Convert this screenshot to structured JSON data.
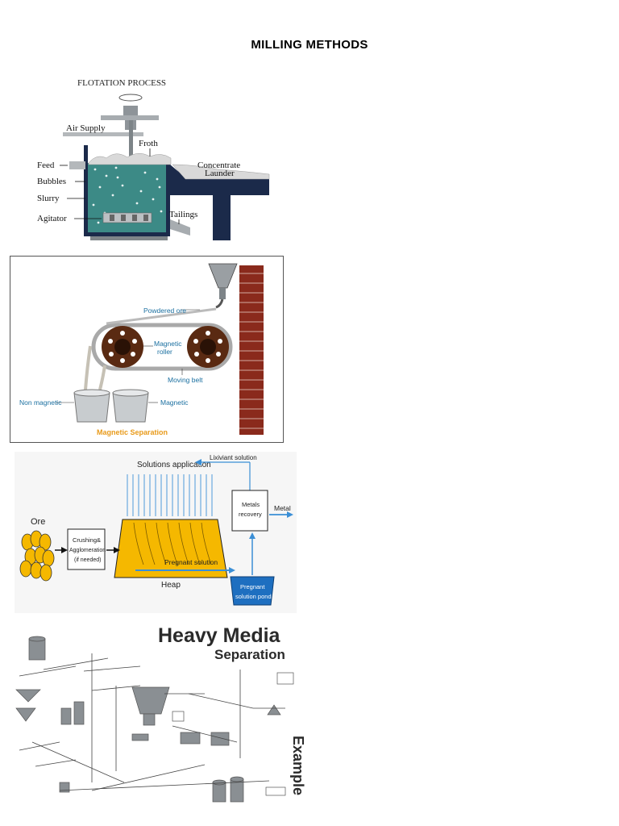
{
  "document": {
    "title": "MILLING METHODS"
  },
  "flotation": {
    "title": "FLOTATION PROCESS",
    "air_supply": "Air Supply",
    "froth": "Froth",
    "feed": "Feed",
    "bubbles": "Bubbles",
    "slurry": "Slurry",
    "agitator": "Agitator",
    "concentrate": "Concentrate",
    "launder": "Launder",
    "tailings": "Tailings"
  },
  "magnetic": {
    "powdered_ore": "Powdered ore",
    "magnetic_roller_1": "Magnetic",
    "magnetic_roller_2": "roller",
    "moving_belt": "Moving belt",
    "non_magnetic": "Non magnetic",
    "magnetic": "Magnetic",
    "caption": "Magnetic Separation",
    "colors": {
      "caption": "#e89a1a",
      "label": "#1a6fa0"
    }
  },
  "heap_leach": {
    "solutions_application": "Solutions application",
    "lixiviant_solution": "Lixiviant solution",
    "ore": "Ore",
    "crushing_1": "Crushing&",
    "crushing_2": "Agglomeration",
    "crushing_3": "(if needed)",
    "pregnant_solution": "Pregnant solution",
    "heap": "Heap",
    "metals_recovery_1": "Metals",
    "metals_recovery_2": "recovery",
    "metal": "Metal",
    "pond_1": "Pregnant",
    "pond_2": "solution pond",
    "colors": {
      "heap": "#f5b800",
      "pond": "#1e6fc0",
      "arrow": "#3b8fd6"
    }
  },
  "heavy_media": {
    "title_1": "Heavy Media",
    "title_2": "Separation",
    "side_label": "Example"
  }
}
